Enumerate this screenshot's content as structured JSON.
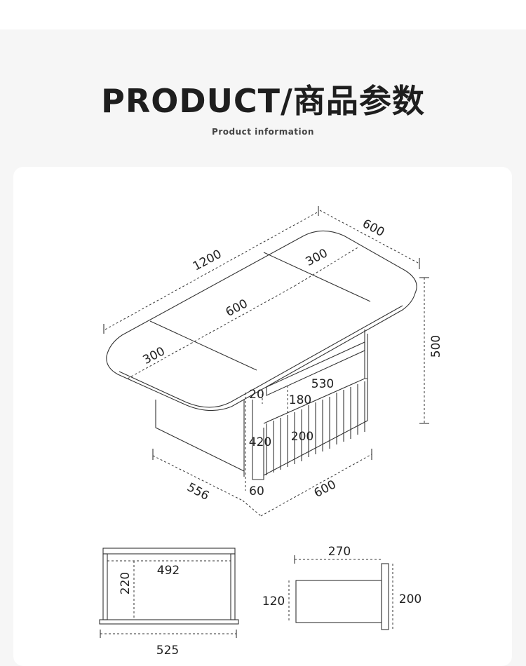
{
  "header": {
    "title": "PRODUCT/商品参数",
    "subtitle": "Product information"
  },
  "main_diagram": {
    "length": "1200",
    "width": "600",
    "height": "500",
    "top_left_section": "300",
    "top_middle_section": "600",
    "top_right_section": "300",
    "panel_thickness": "20",
    "cabinet_width": "530",
    "shelf_height": "180",
    "drawer_height": "200",
    "cabinet_height": "420",
    "base_height": "60",
    "base_depth": "556",
    "base_width": "600"
  },
  "frame_diagram": {
    "inner_width": "492",
    "height": "220",
    "outer_width": "525"
  },
  "drawer_diagram": {
    "length": "270",
    "height": "120",
    "front_height": "200"
  }
}
